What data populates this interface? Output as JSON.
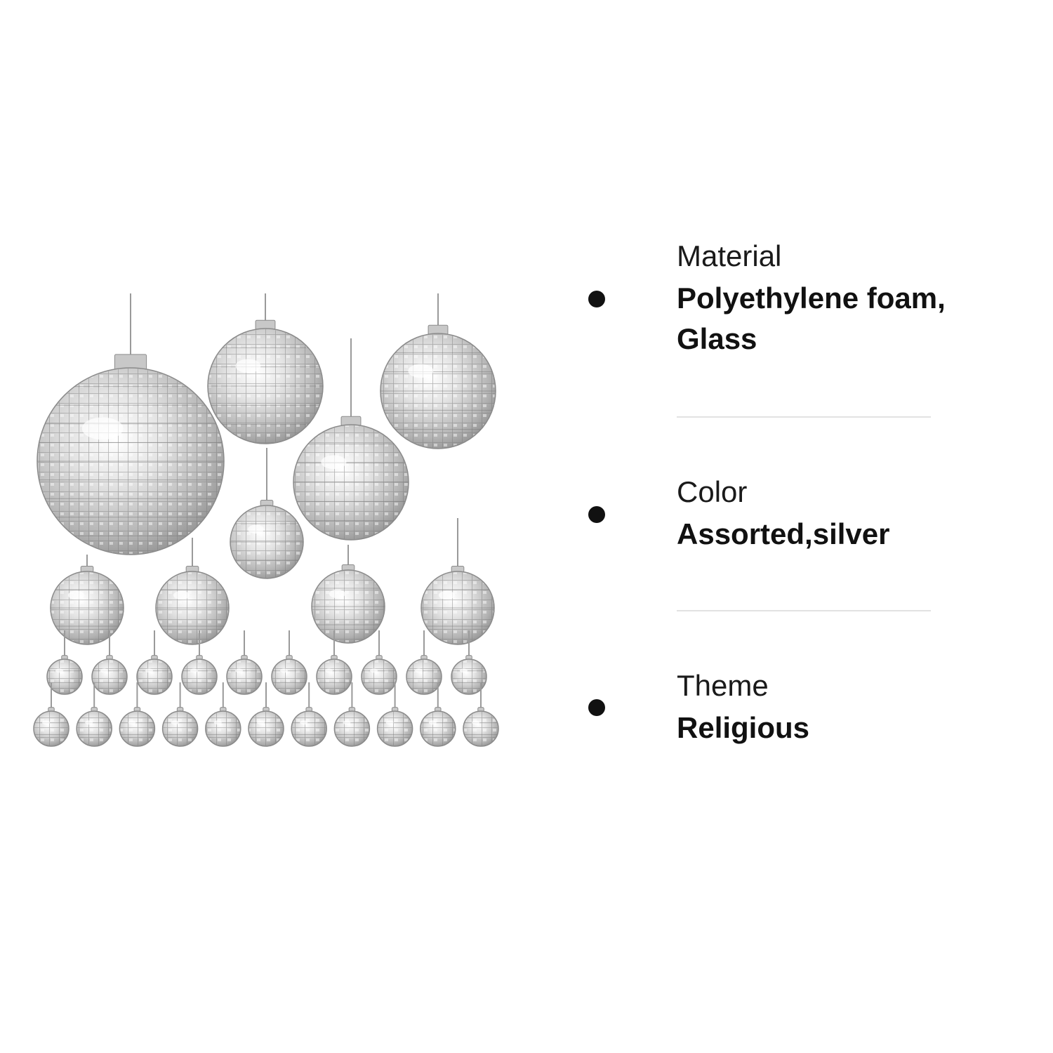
{
  "attributes": [
    {
      "label": "Material",
      "value": "Polyethylene foam, Glass"
    },
    {
      "label": "Color",
      "value": "Assorted,silver"
    },
    {
      "label": "Theme",
      "value": "Religious"
    }
  ],
  "colors": {
    "text": "#111111",
    "bullet": "#111111",
    "divider": "#e2e2e2",
    "mirror_light": "#f4f4f4",
    "mirror_dark": "#8a8a8a"
  },
  "icons": [
    "bullet-dot",
    "disco-ball-ornament"
  ]
}
